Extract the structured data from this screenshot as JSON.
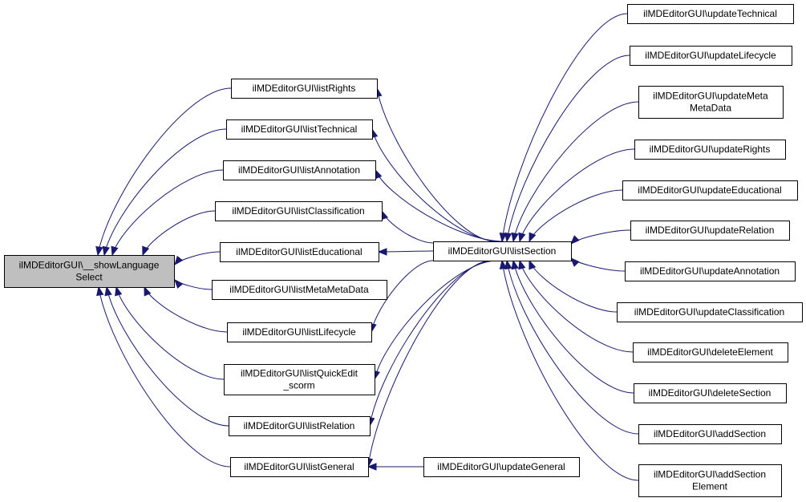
{
  "diagram": {
    "root": {
      "id": "root",
      "lines": [
        "ilMDEditorGUI\\__showLanguage",
        "Select"
      ]
    },
    "nodes": [
      {
        "id": "listRights",
        "lines": [
          "ilMDEditorGUI\\listRights"
        ]
      },
      {
        "id": "listTechnical",
        "lines": [
          "ilMDEditorGUI\\listTechnical"
        ]
      },
      {
        "id": "listAnnotation",
        "lines": [
          "ilMDEditorGUI\\listAnnotation"
        ]
      },
      {
        "id": "listClassification",
        "lines": [
          "ilMDEditorGUI\\listClassification"
        ]
      },
      {
        "id": "listEducational",
        "lines": [
          "ilMDEditorGUI\\listEducational"
        ]
      },
      {
        "id": "listMetaMetaData",
        "lines": [
          "ilMDEditorGUI\\listMetaMetaData"
        ]
      },
      {
        "id": "listLifecycle",
        "lines": [
          "ilMDEditorGUI\\listLifecycle"
        ]
      },
      {
        "id": "listQuickEdit_scorm",
        "lines": [
          "ilMDEditorGUI\\listQuickEdit",
          "_scorm"
        ]
      },
      {
        "id": "listRelation",
        "lines": [
          "ilMDEditorGUI\\listRelation"
        ]
      },
      {
        "id": "listGeneral",
        "lines": [
          "ilMDEditorGUI\\listGeneral"
        ]
      },
      {
        "id": "listSection",
        "lines": [
          "ilMDEditorGUI\\listSection"
        ]
      },
      {
        "id": "updateGeneral",
        "lines": [
          "ilMDEditorGUI\\updateGeneral"
        ]
      },
      {
        "id": "updateTechnical",
        "lines": [
          "ilMDEditorGUI\\updateTechnical"
        ]
      },
      {
        "id": "updateLifecycle",
        "lines": [
          "ilMDEditorGUI\\updateLifecycle"
        ]
      },
      {
        "id": "updateMetaMetaData",
        "lines": [
          "ilMDEditorGUI\\updateMeta",
          "MetaData"
        ]
      },
      {
        "id": "updateRights",
        "lines": [
          "ilMDEditorGUI\\updateRights"
        ]
      },
      {
        "id": "updateEducational",
        "lines": [
          "ilMDEditorGUI\\updateEducational"
        ]
      },
      {
        "id": "updateRelation",
        "lines": [
          "ilMDEditorGUI\\updateRelation"
        ]
      },
      {
        "id": "updateAnnotation",
        "lines": [
          "ilMDEditorGUI\\updateAnnotation"
        ]
      },
      {
        "id": "updateClassification",
        "lines": [
          "ilMDEditorGUI\\updateClassification"
        ]
      },
      {
        "id": "deleteElement",
        "lines": [
          "ilMDEditorGUI\\deleteElement"
        ]
      },
      {
        "id": "deleteSection",
        "lines": [
          "ilMDEditorGUI\\deleteSection"
        ]
      },
      {
        "id": "addSection",
        "lines": [
          "ilMDEditorGUI\\addSection"
        ]
      },
      {
        "id": "addSectionElement",
        "lines": [
          "ilMDEditorGUI\\addSection",
          "Element"
        ]
      }
    ],
    "edges": [
      {
        "from": "listRights",
        "to": "root"
      },
      {
        "from": "listTechnical",
        "to": "root"
      },
      {
        "from": "listAnnotation",
        "to": "root"
      },
      {
        "from": "listClassification",
        "to": "root"
      },
      {
        "from": "listEducational",
        "to": "root"
      },
      {
        "from": "listMetaMetaData",
        "to": "root"
      },
      {
        "from": "listLifecycle",
        "to": "root"
      },
      {
        "from": "listQuickEdit_scorm",
        "to": "root"
      },
      {
        "from": "listRelation",
        "to": "root"
      },
      {
        "from": "listGeneral",
        "to": "root"
      },
      {
        "from": "listSection",
        "to": "listRights"
      },
      {
        "from": "listSection",
        "to": "listTechnical"
      },
      {
        "from": "listSection",
        "to": "listAnnotation"
      },
      {
        "from": "listSection",
        "to": "listClassification"
      },
      {
        "from": "listSection",
        "to": "listEducational"
      },
      {
        "from": "listSection",
        "to": "listLifecycle"
      },
      {
        "from": "listSection",
        "to": "listQuickEdit_scorm"
      },
      {
        "from": "listSection",
        "to": "listRelation"
      },
      {
        "from": "listSection",
        "to": "listGeneral"
      },
      {
        "from": "updateGeneral",
        "to": "listGeneral"
      },
      {
        "from": "updateTechnical",
        "to": "listSection"
      },
      {
        "from": "updateLifecycle",
        "to": "listSection"
      },
      {
        "from": "updateMetaMetaData",
        "to": "listSection"
      },
      {
        "from": "updateRights",
        "to": "listSection"
      },
      {
        "from": "updateEducational",
        "to": "listSection"
      },
      {
        "from": "updateRelation",
        "to": "listSection"
      },
      {
        "from": "updateAnnotation",
        "to": "listSection"
      },
      {
        "from": "updateClassification",
        "to": "listSection"
      },
      {
        "from": "deleteElement",
        "to": "listSection"
      },
      {
        "from": "deleteSection",
        "to": "listSection"
      },
      {
        "from": "addSection",
        "to": "listSection"
      },
      {
        "from": "addSectionElement",
        "to": "listSection"
      }
    ],
    "colors": {
      "edge": "#191970",
      "root_fill": "#bfbfbf",
      "node_fill": "#ffffff",
      "border": "#000000"
    }
  }
}
